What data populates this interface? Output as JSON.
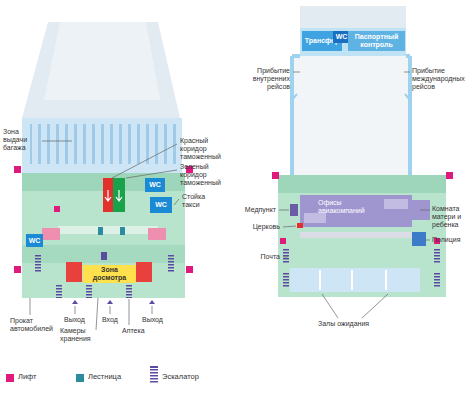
{
  "diagram": {
    "nodes": [
      {
        "text": [
          "WC"
        ]
      },
      {
        "text": [
          "WC"
        ]
      },
      {
        "text": [
          "WC"
        ]
      },
      {
        "text": [
          "Зона досмотра"
        ]
      },
      {
        "text": [
          "Трансфер"
        ]
      },
      {
        "text": [
          "WC"
        ]
      },
      {
        "text": [
          "Паспортный контроль"
        ]
      }
    ],
    "labels": [
      "Зона выдачи багажа",
      "Красный коридор таможенный",
      "Зеленый коридор таможенный",
      "Стойка такси",
      "Прокат автомобилей",
      "Выход",
      "Камеры хранения",
      "Вход",
      "Аптека",
      "Выход",
      "Прибытие внутренних рейсов",
      "Прибытие международных рейсов",
      "Офисы авиакомпаний",
      "Медпункт",
      "Церковь",
      "Почта",
      "Комната матери и ребенка",
      "Полиция",
      "Залы ожидания"
    ],
    "legend": [
      {
        "text": "Лифт",
        "color": "#e0197d"
      },
      {
        "text": "Лестница",
        "color": "#2b8c9e"
      },
      {
        "text": "Эскалатор"
      }
    ]
  }
}
